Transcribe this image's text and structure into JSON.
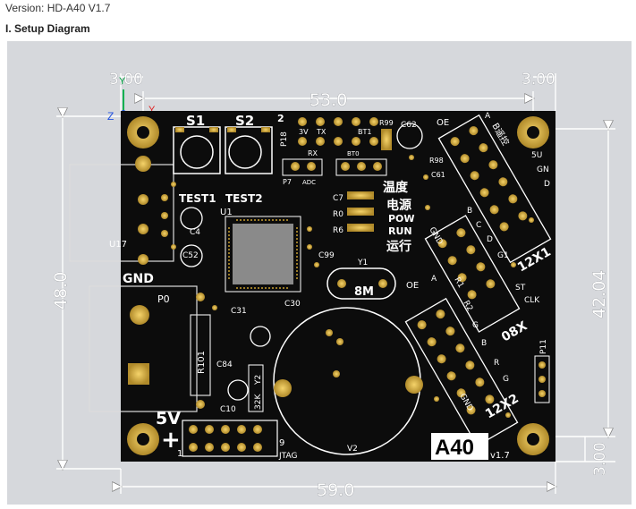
{
  "header": {
    "version": "Version: HD-A40 V1.7",
    "section_title": "I. Setup Diagram"
  },
  "dimensions": {
    "top_left_offset": "3.00",
    "top_width": "53.0",
    "top_right_offset": "3.00",
    "left_height": "48.0",
    "right_height": "42.04",
    "bottom_right_offset": "3.00",
    "bottom_width": "59.0"
  },
  "axes": {
    "y": "Y",
    "z": "Z",
    "x": "Y"
  },
  "board": {
    "model": "A40",
    "revision": "v1.7",
    "labels": {
      "s1": "S1",
      "s2": "S2",
      "test1": "TEST1",
      "test2": "TEST2",
      "u1": "U1",
      "u17": "U17",
      "gnd": "GND",
      "p0": "P0",
      "r101": "R101",
      "c4": "C4",
      "c52": "C52",
      "c31": "C31",
      "c30": "C30",
      "c84": "C84",
      "c10": "C10",
      "c99": "C99",
      "c7": "C7",
      "r0": "R0",
      "r6": "R6",
      "y1": "Y1",
      "y1_freq": "8M",
      "y2": "Y2",
      "k32": "32K",
      "v2": "V2",
      "p18": "P18",
      "p18_num": "2",
      "v3": "3V",
      "tx": "TX",
      "rx": "RX",
      "bt1": "BT1",
      "bt0": "BT0",
      "p7": "P7",
      "adc": "ADC",
      "r99": "R99",
      "c62": "C62",
      "r98": "R98",
      "c61": "C61",
      "wen_du": "温度",
      "dian_yuan": "电源",
      "pow": "POW",
      "run": "RUN",
      "yun_xing": "运行",
      "oe1": "OE",
      "a1": "A",
      "b1_cn": "B遥控",
      "five_u": "5U",
      "gn": "GN",
      "d_r": "D",
      "gnd_r1": "GND",
      "b_r1": "B",
      "c_r1": "C",
      "d_r1": "D",
      "g1": "G1",
      "st": "ST",
      "clk": "CLK",
      "conn_12x1": "12X1",
      "conn_08x": "08X",
      "oe2": "OE",
      "a2": "A",
      "r1": "R1",
      "r2": "R2",
      "g2": "G",
      "b2": "B",
      "gnd_r2": "GND",
      "r_col": "R",
      "g_col": "G",
      "conn_12x2": "12X2",
      "p11": "P11",
      "five_v": "5V",
      "plus": "+",
      "jtag": "JTAG",
      "j_num_1": "1",
      "j_num_9": "9"
    }
  }
}
